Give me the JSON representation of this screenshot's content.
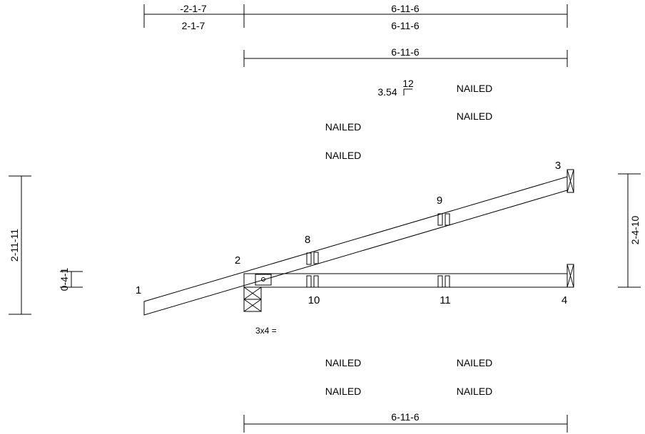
{
  "dimensions": {
    "top_overhang_upper": "-2-1-7",
    "top_span_upper": "6-11-6",
    "top_overhang_lower": "2-1-7",
    "top_span_lower": "6-11-6",
    "top_span_second_row": "6-11-6",
    "bottom_span": "6-11-6",
    "left_total_height": "2-11-11",
    "left_heel_height": "0-4-1",
    "right_height": "2-4-10"
  },
  "pitch": {
    "rise": "3.54",
    "run": "12"
  },
  "nails": {
    "top_right_1": "NAILED",
    "top_right_2": "NAILED",
    "top_left_1": "NAILED",
    "top_left_2": "NAILED",
    "bottom_left_1": "NAILED",
    "bottom_right_1": "NAILED",
    "bottom_left_2": "NAILED",
    "bottom_right_2": "NAILED"
  },
  "nodes": {
    "n1": "1",
    "n2": "2",
    "n3": "3",
    "n4": "4",
    "n8": "8",
    "n9": "9",
    "n10": "10",
    "n11": "11"
  },
  "plate": {
    "label": "3x4 ="
  }
}
